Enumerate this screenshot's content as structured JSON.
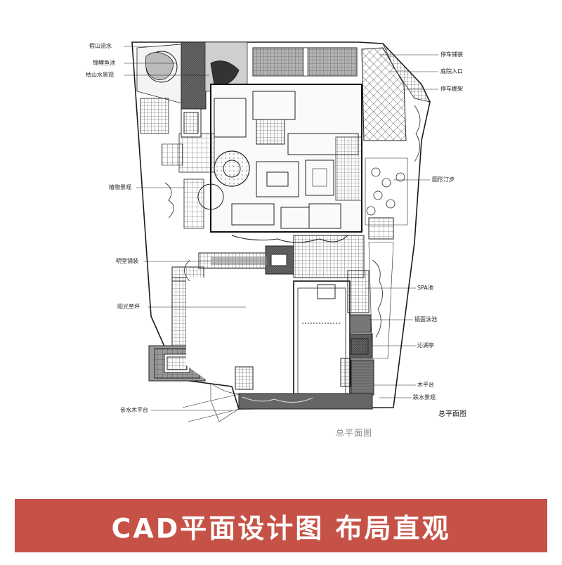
{
  "labels_left": [
    {
      "key": "jiashan",
      "text": "假山流水"
    },
    {
      "key": "jinli",
      "text": "锦鲤鱼池"
    },
    {
      "key": "kushan",
      "text": "枯山水景观"
    },
    {
      "key": "zhiwu",
      "text": "植物景观"
    },
    {
      "key": "mingtang",
      "text": "明堂铺装"
    },
    {
      "key": "yangguang",
      "text": "阳光草坪"
    },
    {
      "key": "qinshui",
      "text": "亲水木平台"
    }
  ],
  "labels_right": [
    {
      "key": "tingche_pu",
      "text": "停车铺装"
    },
    {
      "key": "tingyuan",
      "text": "庭院入口"
    },
    {
      "key": "tingche_peng",
      "text": "停车棚架"
    },
    {
      "key": "yuanxing",
      "text": "圆形汀步"
    },
    {
      "key": "spa",
      "text": "SPA池"
    },
    {
      "key": "jingmian",
      "text": "镜面泳池"
    },
    {
      "key": "qinhu",
      "text": "沁湖亭"
    },
    {
      "key": "mupingtai",
      "text": "木平台"
    },
    {
      "key": "dieshui",
      "text": "跌水景观"
    }
  ],
  "plan_title_bottom": "总平面图",
  "plan_title_right": "总平面图",
  "banner_text": "CAD平面设计图  布局直观",
  "colors": {
    "banner": "#c65247",
    "line": "#1a1a1a",
    "hatch_dark": "#444444",
    "paving_gray": "#9a9a9a"
  }
}
